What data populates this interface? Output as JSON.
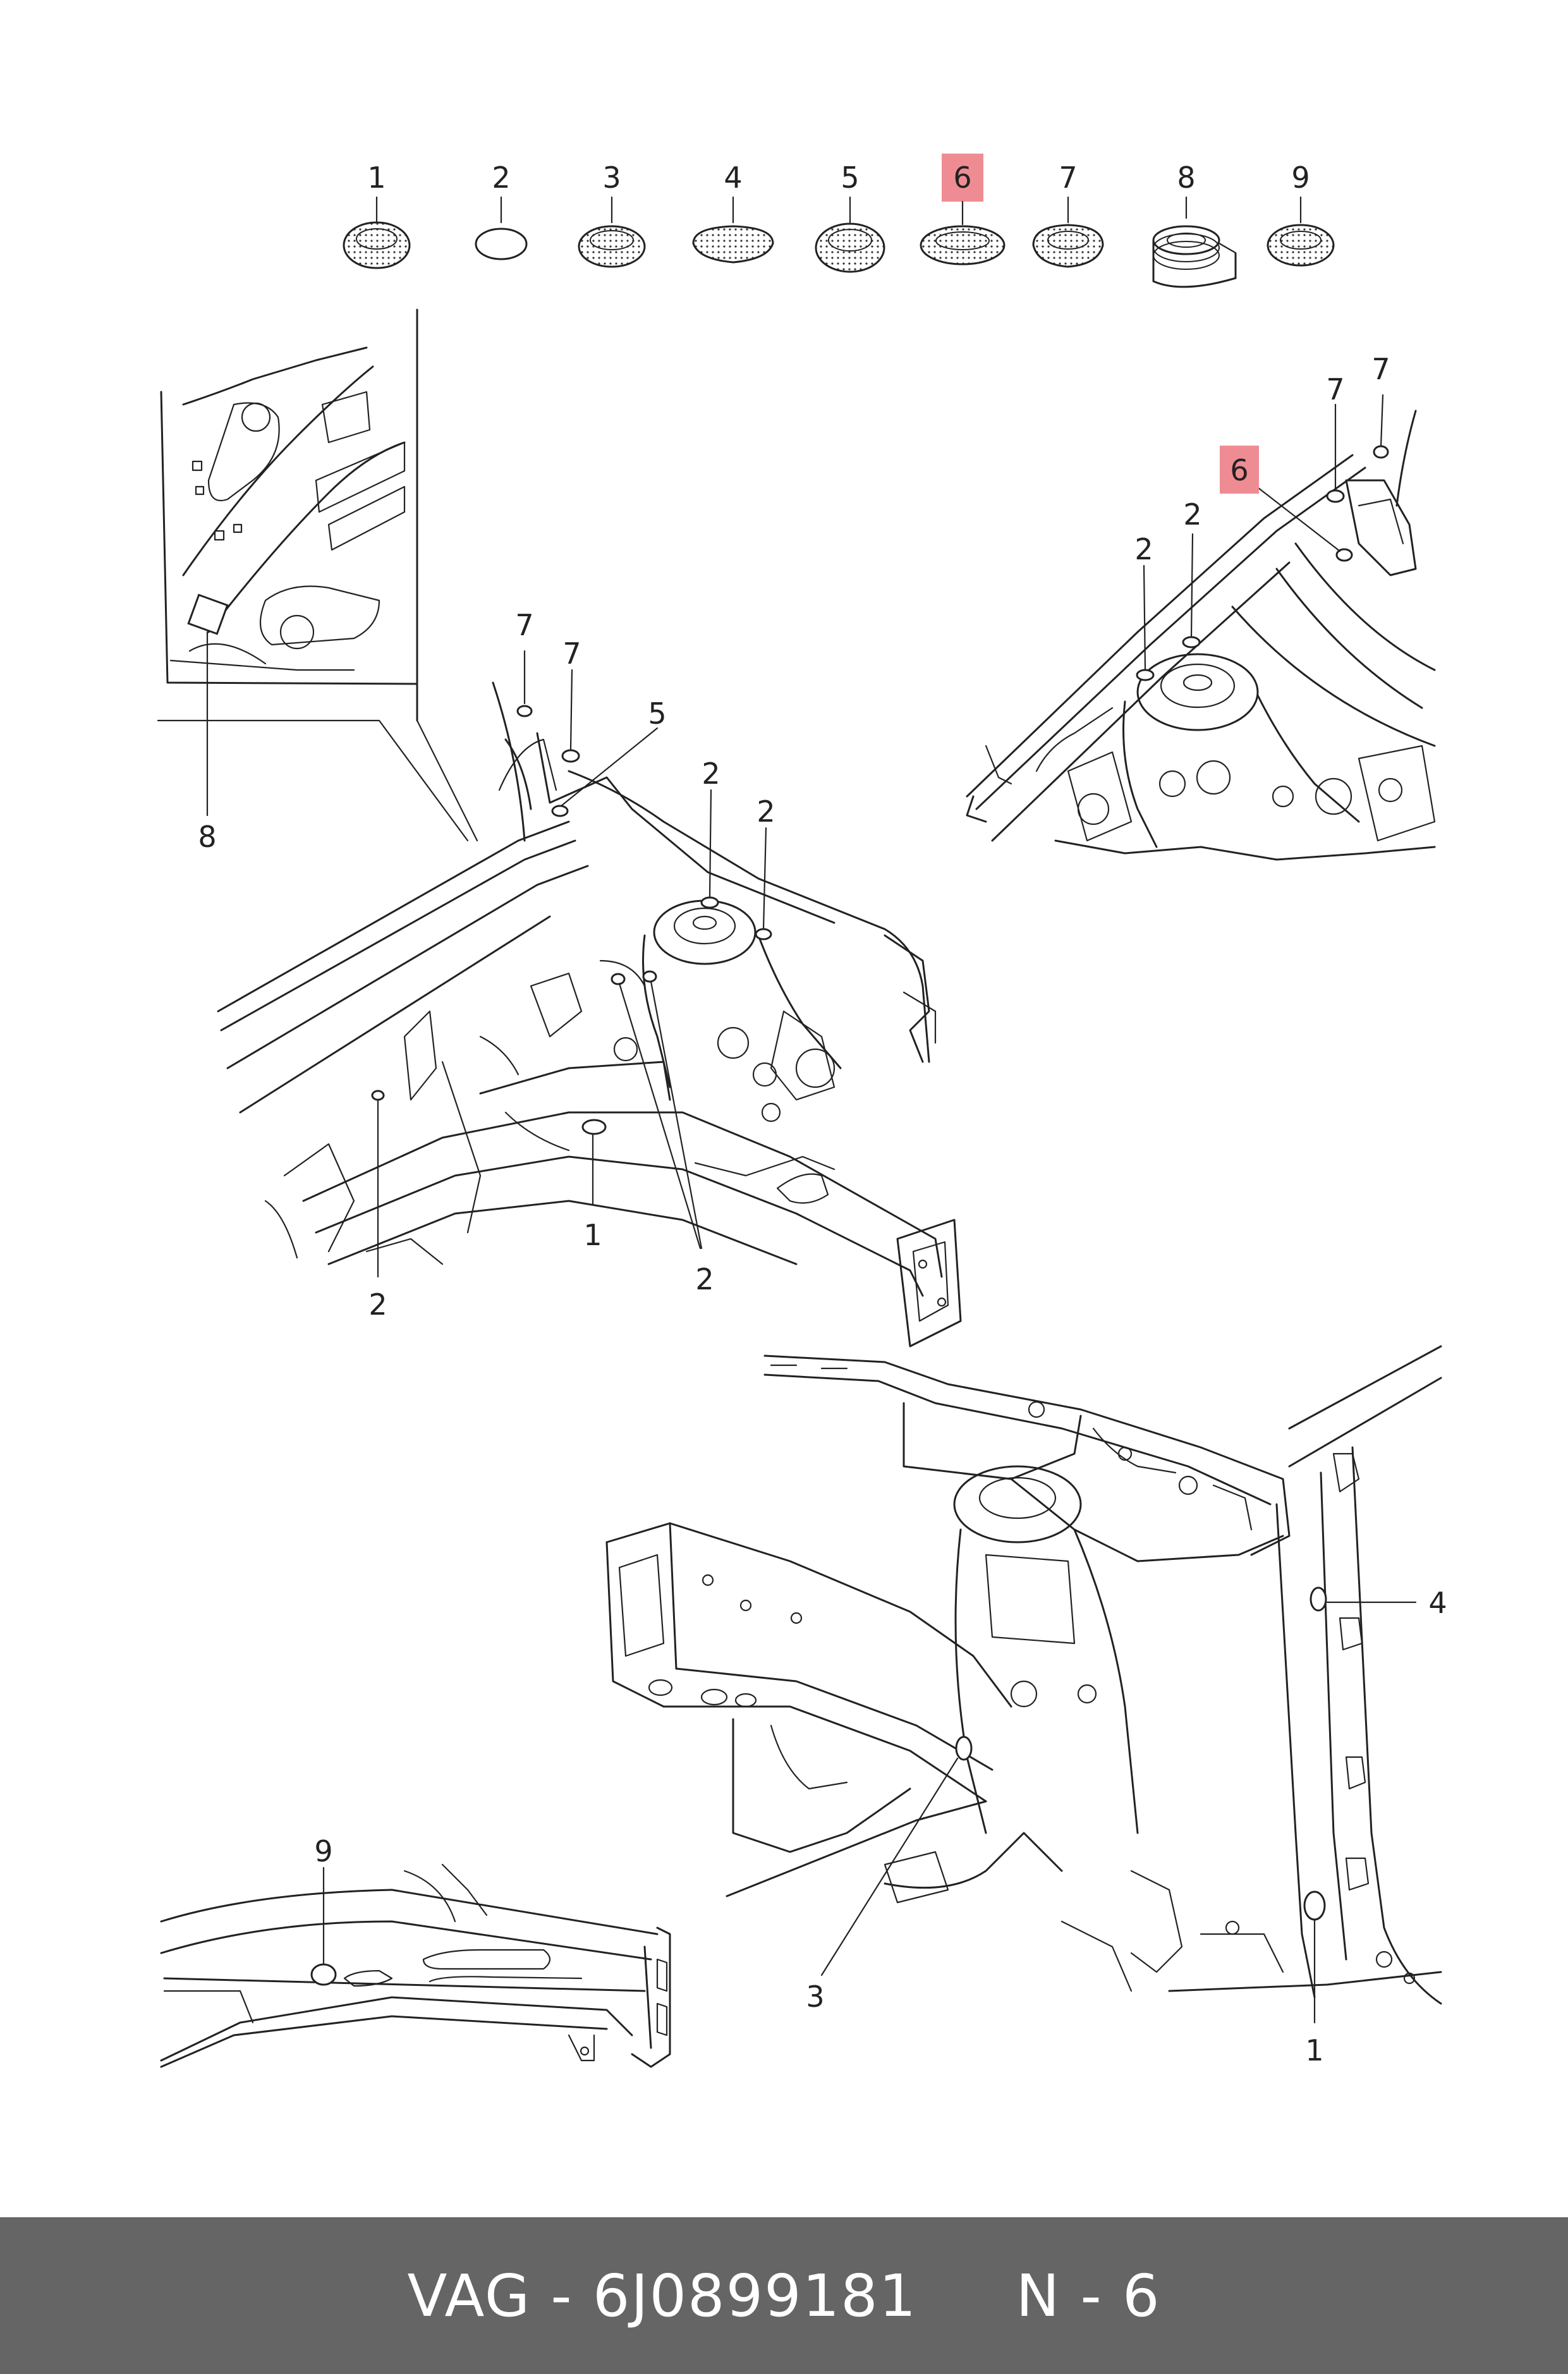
{
  "parts_legend": [
    {
      "number": "1"
    },
    {
      "number": "2"
    },
    {
      "number": "3"
    },
    {
      "number": "4"
    },
    {
      "number": "5"
    },
    {
      "number": "6",
      "highlighted": true
    },
    {
      "number": "7"
    },
    {
      "number": "8"
    },
    {
      "number": "9"
    }
  ],
  "callouts": {
    "view_a": [
      "8"
    ],
    "view_b": [
      "7",
      "7",
      "5",
      "2",
      "2",
      "1",
      "2",
      "2"
    ],
    "view_c": [
      "7",
      "7",
      "6",
      "2",
      "2"
    ],
    "view_d": [
      "4",
      "3",
      "1"
    ],
    "view_e": [
      "9"
    ]
  },
  "colors": {
    "highlight": "#ef8c93",
    "footer_background": "#656565",
    "footer_text": "#ffffff",
    "line": "#222222"
  },
  "footer": {
    "text": "VAG - 6J0899181     N - 6"
  }
}
